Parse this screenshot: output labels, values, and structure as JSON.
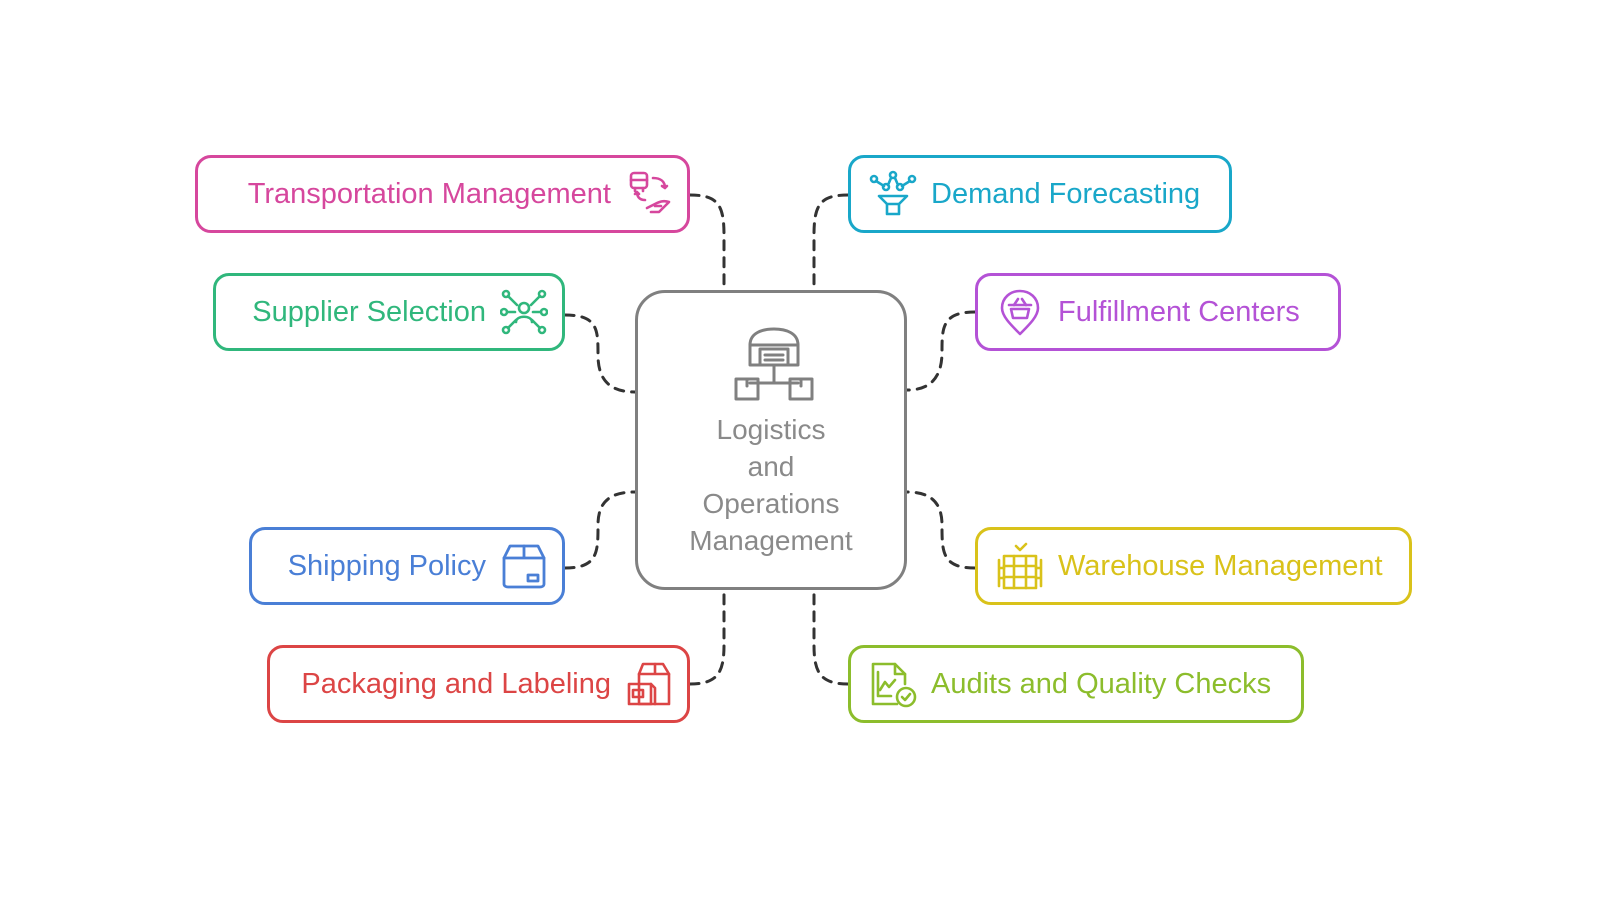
{
  "diagram": {
    "center": {
      "lines": [
        "Logistics",
        "and",
        "Operations",
        "Management"
      ],
      "icon": "warehouse-distribution-icon",
      "color": "#808080"
    },
    "left_nodes": [
      {
        "id": "transportation",
        "label": "Transportation Management",
        "color": "#d6479d",
        "icon": "truck-exchange-icon"
      },
      {
        "id": "supplier",
        "label": "Supplier Selection",
        "color": "#30b77c",
        "icon": "network-people-icon"
      },
      {
        "id": "shipping",
        "label": "Shipping Policy",
        "color": "#4a7fd6",
        "icon": "box-icon"
      },
      {
        "id": "packaging",
        "label": "Packaging and Labeling",
        "color": "#dc4545",
        "icon": "packages-icon"
      }
    ],
    "right_nodes": [
      {
        "id": "demand",
        "label": "Demand Forecasting",
        "color": "#19a7c9",
        "icon": "funnel-network-icon"
      },
      {
        "id": "fulfillment",
        "label": "Fulfillment Centers",
        "color": "#b452d6",
        "icon": "location-basket-icon"
      },
      {
        "id": "warehouse",
        "label": "Warehouse Management",
        "color": "#d9c21a",
        "icon": "warehouse-shelves-icon"
      },
      {
        "id": "audits",
        "label": "Audits and Quality Checks",
        "color": "#8cbd2c",
        "icon": "chart-check-icon"
      }
    ]
  }
}
